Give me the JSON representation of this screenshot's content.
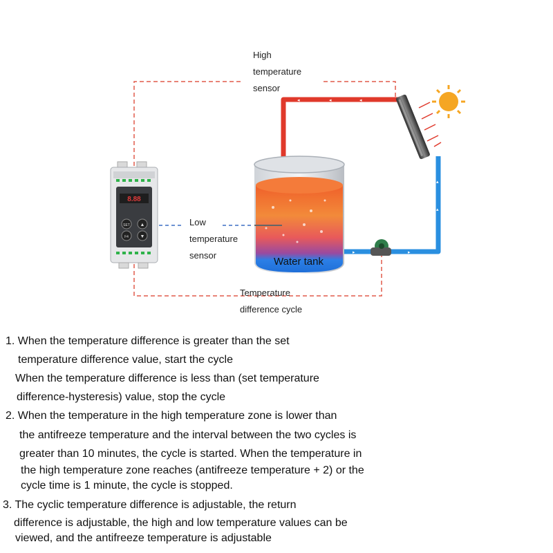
{
  "labels": {
    "high_sensor": [
      "High",
      "temperature",
      "sensor"
    ],
    "low_sensor": [
      "Low",
      "temperature",
      "sensor"
    ],
    "cycle": [
      "Temperature",
      "difference cycle"
    ],
    "water_tank": "Water tank"
  },
  "controller": {
    "display_value": "8.88",
    "buttons": [
      "SET",
      "F4"
    ]
  },
  "notes": [
    "1. When the temperature difference is greater than the set",
    "temperature difference value, start the cycle",
    "When the temperature difference is less than (set temperature",
    "difference-hysteresis) value, stop the cycle",
    "2. When the temperature in the high temperature zone is lower than",
    "the antifreeze temperature and the interval between the two cycles is",
    "greater than 10 minutes, the cycle is started. When the temperature in",
    "the high temperature zone reaches (antifreeze temperature + 2) or the",
    "cycle time is 1 minute, the cycle is stopped.",
    "3. The cyclic temperature difference is adjustable, the return",
    "difference is adjustable, the high and low temperature values can be",
    "viewed, and the antifreeze temperature is adjustable"
  ],
  "colors": {
    "hot_pipe": "#e0392b",
    "cold_pipe": "#2a8fe0",
    "sensor_line": "#e05a4a",
    "sun": "#f5a623"
  }
}
